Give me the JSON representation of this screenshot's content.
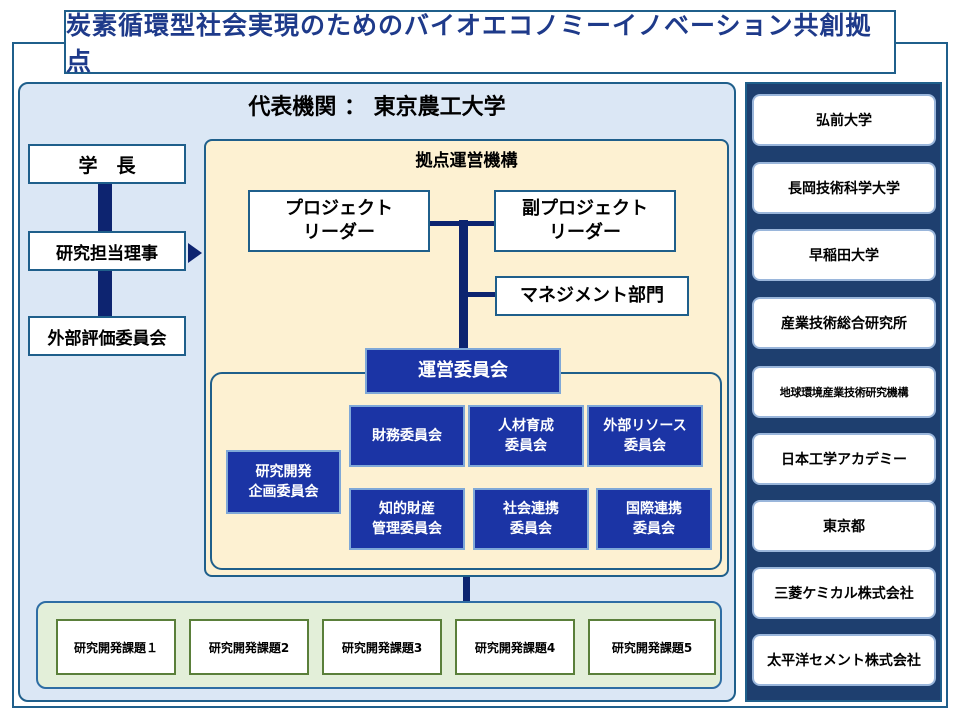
{
  "title": "炭素循環型社会実現のためのバイオエコノミーイノベーション共創拠点",
  "representative": "代表機関 ： 東京農工大学",
  "left_chain": [
    "学　長",
    "研究担当理事",
    "外部評価委員会"
  ],
  "hub": {
    "label": "拠点運営機構",
    "project_leader": [
      "プロジェクト",
      "リーダー"
    ],
    "vice_project_leader": [
      "副プロジェクト",
      "リーダー"
    ],
    "management_dept": "マネジメント部門",
    "steering_committee": "運営委員会"
  },
  "committees": {
    "rd_planning": [
      "研究開発",
      "企画委員会"
    ],
    "finance": [
      "財務委員会"
    ],
    "talent": [
      "人材育成",
      "委員会"
    ],
    "external_resources": [
      "外部リソース",
      "委員会"
    ],
    "ip": [
      "知的財産",
      "管理委員会"
    ],
    "social": [
      "社会連携",
      "委員会"
    ],
    "international": [
      "国際連携",
      "委員会"
    ]
  },
  "research_topics": [
    "研究開発課題１",
    "研究開発課題2",
    "研究開発課題3",
    "研究開発課題4",
    "研究開発課題5"
  ],
  "partners": [
    "弘前大学",
    "長岡技術科学大学",
    "早稲田大学",
    "産業技術総合研究所",
    "地球環境産業技術研究機構",
    "日本工学アカデミー",
    "東京都",
    "三菱ケミカル株式会社",
    "太平洋セメント株式会社"
  ],
  "colors": {
    "frame": "#1f5f8b",
    "title_text": "#1e3a8a",
    "main_panel": "#dbe7f5",
    "hub_panel": "#fdf1d2",
    "committee_box": "#1b34a5",
    "research_panel": "#e3efd9",
    "sidebar": "#1e3f6f",
    "connector": "#0d2470"
  }
}
